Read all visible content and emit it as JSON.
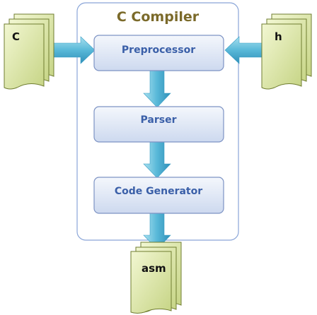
{
  "compiler": {
    "title": "C Compiler",
    "stages": [
      {
        "label": "Preprocessor"
      },
      {
        "label": "Parser"
      },
      {
        "label": "Code Generator"
      }
    ]
  },
  "files": {
    "source": "C",
    "header": "h",
    "output": "asm"
  },
  "colors": {
    "title": "#7b6a2a",
    "stage_text": "#3a5fa8",
    "stage_fill_top": "#eef3fb",
    "stage_fill_bottom": "#cfdaf0",
    "stage_border": "#7d93c4",
    "container_border": "#8aa5d8",
    "arrow_light": "#9ad8ea",
    "arrow_dark": "#3a9fc6",
    "doc_fill_light": "#eef4c8",
    "doc_fill_dark": "#c9d68a",
    "doc_border": "#7d8a3a"
  }
}
